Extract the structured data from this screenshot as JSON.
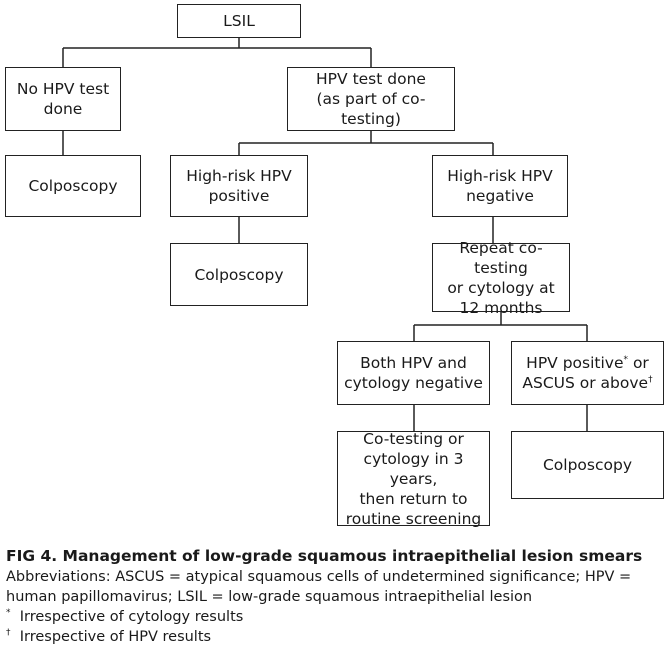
{
  "diagram": {
    "root": "LSIL",
    "no_hpv": [
      "No HPV test",
      "done"
    ],
    "hpv_done": [
      "HPV test done",
      "(as part of co-testing)"
    ],
    "colposcopy_1": "Colposcopy",
    "high_risk_pos": [
      "High-risk HPV",
      "positive"
    ],
    "high_risk_neg": [
      "High-risk HPV",
      "negative"
    ],
    "colposcopy_2": "Colposcopy",
    "repeat": [
      "Repeat co-testing",
      "or cytology at",
      "12 months"
    ],
    "both_neg": [
      "Both HPV and",
      "cytology negative"
    ],
    "hpv_pos_line1": "HPV positive",
    "hpv_pos_line1_mark": "*",
    "hpv_pos_line1_tail": " or",
    "hpv_pos_line2": "ASCUS or above",
    "hpv_pos_line2_mark": "†",
    "cotesting": [
      "Co-testing or",
      "cytology in 3 years,",
      "then return to",
      "routine screening"
    ],
    "colposcopy_3": "Colposcopy"
  },
  "caption": {
    "title": "FIG 4.  Management of low-grade squamous intraepithelial lesion smears",
    "abbreviations": "Abbreviations: ASCUS = atypical squamous cells of undetermined significance; HPV = human papillomavirus; LSIL = low-grade squamous intraepithelial lesion",
    "note1_mark": "*",
    "note1": "Irrespective of cytology results",
    "note2_mark": "†",
    "note2": "Irrespective of HPV results"
  }
}
